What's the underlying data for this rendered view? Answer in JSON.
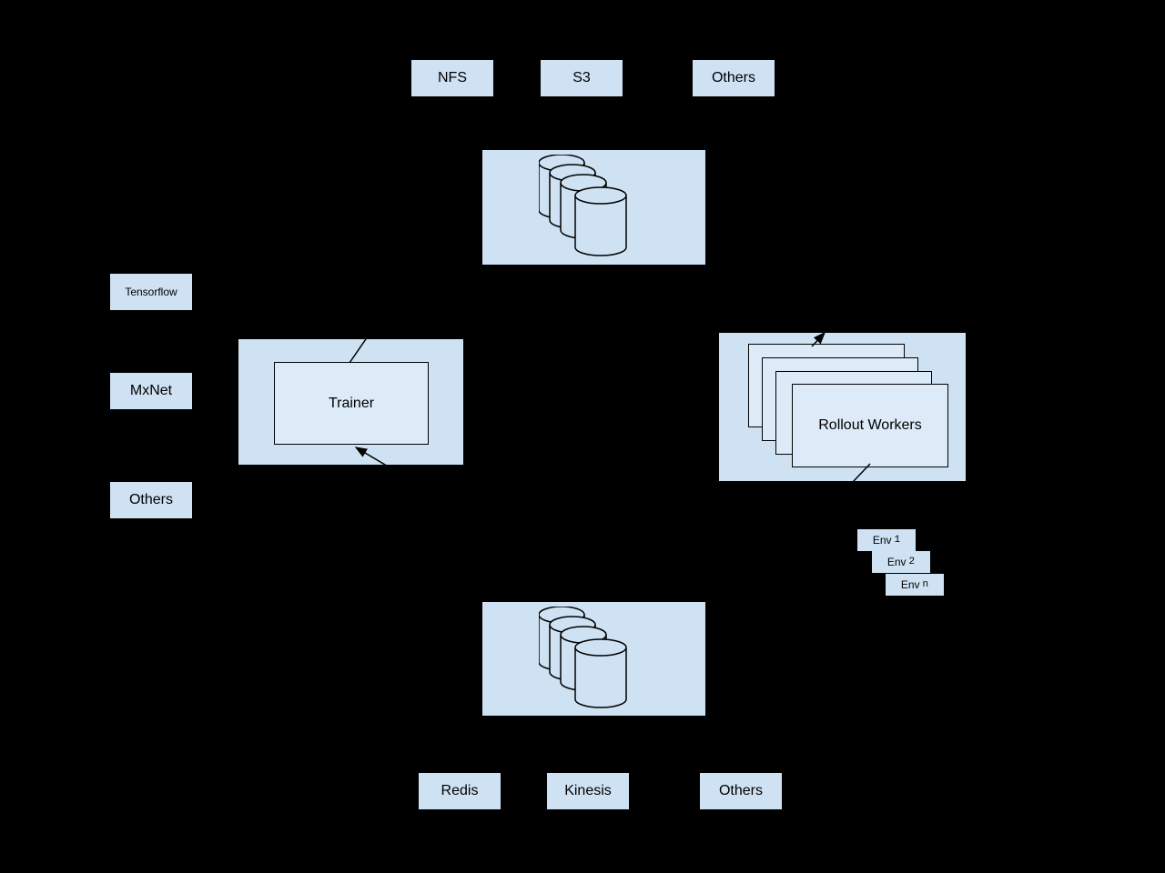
{
  "colors": {
    "background": "#000000",
    "box_fill": "#cfe2f3",
    "inner_fill": "#dcebf7",
    "stroke": "#000000",
    "text": "#000000"
  },
  "model_storage_backends": [
    {
      "label": "NFS"
    },
    {
      "label": "S3"
    },
    {
      "label": "Others"
    }
  ],
  "model_storage": {
    "icon": "database-stack-icon"
  },
  "frameworks": [
    {
      "label": "Tensorflow"
    },
    {
      "label": "MxNet"
    },
    {
      "label": "Others"
    }
  ],
  "trainer": {
    "label": "Trainer"
  },
  "rollout_workers": {
    "label": "Rollout Workers",
    "card_count": 4
  },
  "environments": [
    {
      "label": "Env",
      "index": "1"
    },
    {
      "label": "Env",
      "index": "2"
    },
    {
      "label": "Env",
      "index": "n"
    }
  ],
  "experience_storage": {
    "icon": "database-stack-icon"
  },
  "experience_backends": [
    {
      "label": "Redis"
    },
    {
      "label": "Kinesis"
    },
    {
      "label": "Others"
    }
  ]
}
